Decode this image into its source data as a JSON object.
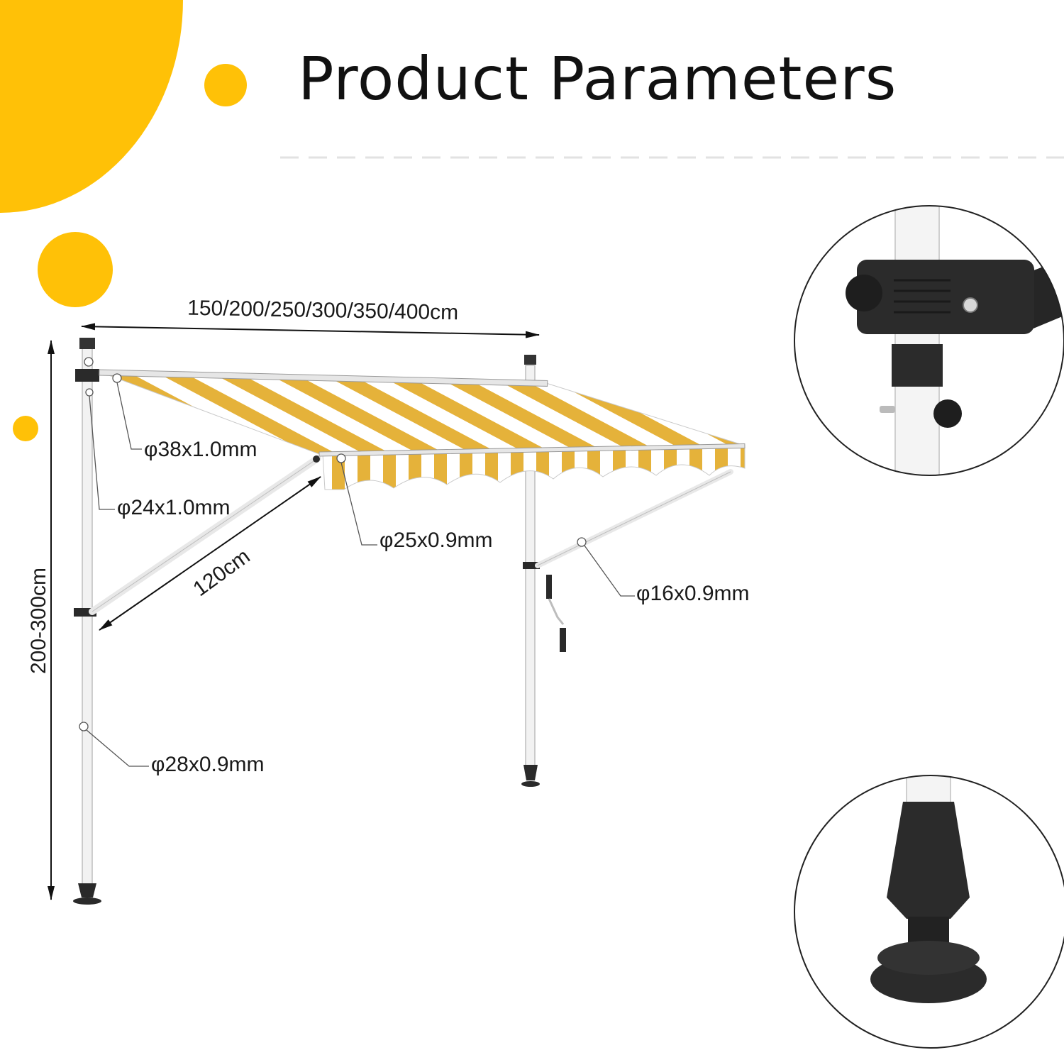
{
  "header": {
    "title": "Product Parameters"
  },
  "dimensions": {
    "width": "150/200/250/300/350/400cm",
    "height": "200-300cm",
    "projection": "120cm"
  },
  "specs": {
    "top_bar": "φ38x1.0mm",
    "arm_mount": "φ24x1.0mm",
    "front_bar": "φ25x0.9mm",
    "support_arm": "φ16x0.9mm",
    "pole": "φ28x0.9mm"
  },
  "colors": {
    "accent": "#FFC107",
    "stripe": "#E5B23A",
    "pole": "#F2F2F2",
    "metal": "#2A2A2A"
  }
}
